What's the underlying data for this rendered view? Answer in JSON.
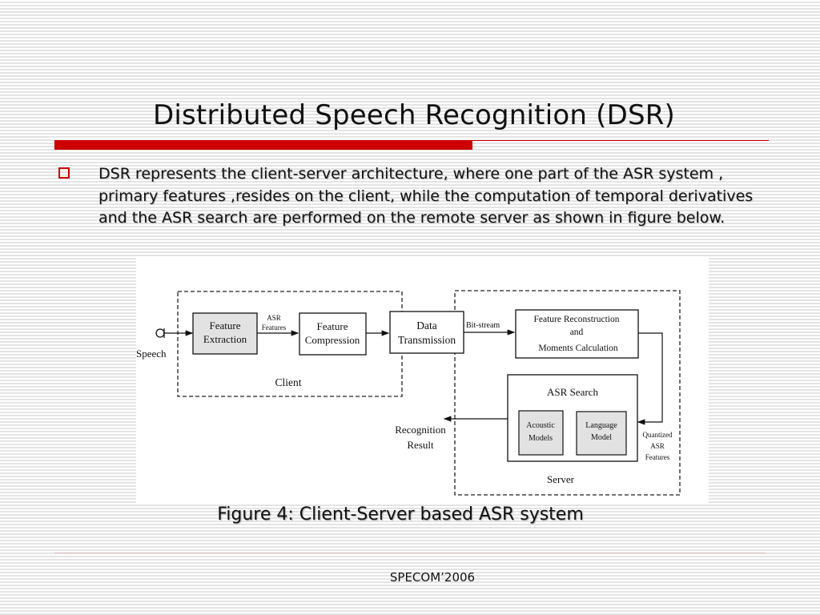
{
  "slide": {
    "title": "Distributed Speech Recognition (DSR)",
    "bullets": [
      {
        "text": "DSR represents the client-server architecture, where one part of the ASR system , primary features ,resides on the client, while the computation of temporal derivatives and the ASR search are performed on the remote server as shown in figure below."
      }
    ],
    "caption": "Figure 4: Client-Server based ASR system",
    "footer": "SPECOM’2006",
    "accent_color": "#cc0000"
  },
  "diagram": {
    "input_label": "Speech",
    "client_label": "Client",
    "server_label": "Server",
    "blocks": {
      "feature_extraction": [
        "Feature",
        "Extraction"
      ],
      "feature_compression": [
        "Feature",
        "Compression"
      ],
      "data_transmission": [
        "Data",
        "Transmission"
      ],
      "feature_reconstruction": [
        "Feature Reconstruction",
        "and",
        "Moments Calculation"
      ],
      "asr_search": "ASR Search",
      "acoustic_models": [
        "Acoustic",
        "Models"
      ],
      "language_model": [
        "Language",
        "Model"
      ]
    },
    "edge_labels": {
      "asr_features": [
        "ASR",
        "Features"
      ],
      "bit_stream": "Bit-stream",
      "quantized_asr_features": [
        "Quantized",
        "ASR",
        "Features"
      ],
      "recognition_result": [
        "Recognition",
        "Result"
      ]
    }
  }
}
